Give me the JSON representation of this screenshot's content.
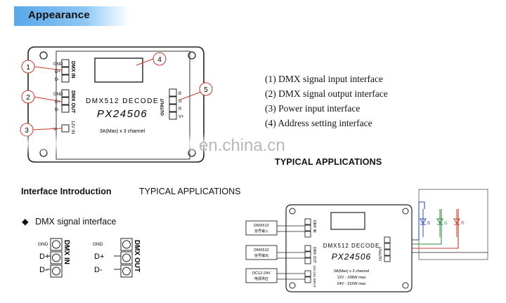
{
  "header": {
    "title": "Appearance"
  },
  "device": {
    "name_line": "DMX512 DECODE",
    "model": "PX24506",
    "rating": "3A(Max) x 3 channel",
    "dmx_in": "DMX IN",
    "dmx_out": "DMX OUT",
    "input_label": "IN",
    "voltage": "12V",
    "output_label": "OUTPUT",
    "gnd": "GND",
    "d_plus": "D+",
    "d_minus": "D-",
    "v_minus": "V-",
    "v_plus": "V+",
    "ch_b": "B",
    "ch_g": "G",
    "ch_r": "R",
    "callouts": [
      "1",
      "2",
      "3",
      "4",
      "5"
    ]
  },
  "features": [
    "(1) DMX signal input interface",
    "(2) DMX signal output interface",
    "(3) Power input interface",
    "(4) Address setting interface"
  ],
  "watermark": "en.china.cn",
  "typical_title": "TYPICAL APPLICATIONS",
  "intro_label": "Interface Introduction",
  "typical_normal": "TYPICAL APPLICATIONS",
  "dmx_signal": {
    "bullet": "◆",
    "label": "DMX signal interface",
    "in_label": "DMX IN",
    "out_label": "DMX OUT",
    "gnd": "GND",
    "d_plus": "D+",
    "d_minus": "D-"
  },
  "app": {
    "dmx512_in": [
      "DMX512",
      "信号输入"
    ],
    "dmx512_out": [
      "DMX512",
      "信号输出"
    ],
    "power": [
      "DC12-24V",
      "电源供应"
    ],
    "name_line": "DMX512 DECODE",
    "model": "PX24506",
    "dmx_in": "DMX IN",
    "dmx_out": "DMX OUT",
    "input": "12V-24V INPUT",
    "output": "OUTPUT",
    "rating_lines": [
      "3A(Max) x 3 channel",
      "12V - 108W max",
      "24V - 216W max"
    ],
    "led_labels": [
      "B",
      "G",
      "R"
    ],
    "colors": {
      "b": "#2b4fb3",
      "g": "#2e8b3a",
      "r": "#c0392b"
    }
  }
}
